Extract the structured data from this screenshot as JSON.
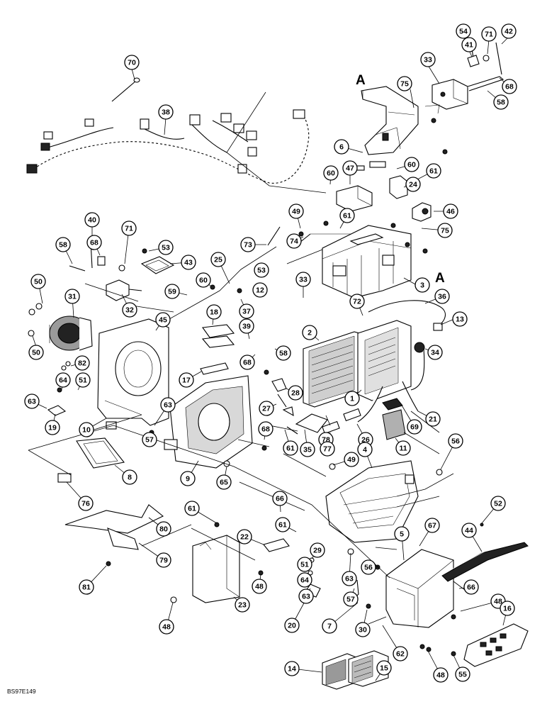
{
  "diagram": {
    "title": "",
    "image_code": "BS97E149",
    "section_refs": [
      "A",
      "A"
    ],
    "callouts": [
      {
        "id": "c70",
        "label": "70"
      },
      {
        "id": "c38",
        "label": "38"
      },
      {
        "id": "c54",
        "label": "54"
      },
      {
        "id": "c71a",
        "label": "71"
      },
      {
        "id": "c42",
        "label": "42"
      },
      {
        "id": "c41",
        "label": "41"
      },
      {
        "id": "c33a",
        "label": "33"
      },
      {
        "id": "c68a",
        "label": "68"
      },
      {
        "id": "c58a",
        "label": "58"
      },
      {
        "id": "c75a",
        "label": "75"
      },
      {
        "id": "c6",
        "label": "6"
      },
      {
        "id": "c60a",
        "label": "60"
      },
      {
        "id": "c47",
        "label": "47"
      },
      {
        "id": "c60b",
        "label": "60"
      },
      {
        "id": "c61a",
        "label": "61"
      },
      {
        "id": "c24",
        "label": "24"
      },
      {
        "id": "c46",
        "label": "46"
      },
      {
        "id": "c49a",
        "label": "49"
      },
      {
        "id": "c61b",
        "label": "61"
      },
      {
        "id": "c75b",
        "label": "75"
      },
      {
        "id": "c74",
        "label": "74"
      },
      {
        "id": "c73",
        "label": "73"
      },
      {
        "id": "c3",
        "label": "3"
      },
      {
        "id": "c40",
        "label": "40"
      },
      {
        "id": "c58b",
        "label": "58"
      },
      {
        "id": "c68b",
        "label": "68"
      },
      {
        "id": "c71b",
        "label": "71"
      },
      {
        "id": "c53a",
        "label": "53"
      },
      {
        "id": "c43",
        "label": "43"
      },
      {
        "id": "c25",
        "label": "25"
      },
      {
        "id": "c53b",
        "label": "53"
      },
      {
        "id": "c33b",
        "label": "33"
      },
      {
        "id": "c60c",
        "label": "60"
      },
      {
        "id": "c50a",
        "label": "50"
      },
      {
        "id": "c59",
        "label": "59"
      },
      {
        "id": "c12",
        "label": "12"
      },
      {
        "id": "c72",
        "label": "72"
      },
      {
        "id": "c36",
        "label": "36"
      },
      {
        "id": "c31",
        "label": "31"
      },
      {
        "id": "c32",
        "label": "32"
      },
      {
        "id": "c18",
        "label": "18"
      },
      {
        "id": "c37",
        "label": "37"
      },
      {
        "id": "c13",
        "label": "13"
      },
      {
        "id": "c45",
        "label": "45"
      },
      {
        "id": "c39",
        "label": "39"
      },
      {
        "id": "c2",
        "label": "2"
      },
      {
        "id": "c50b",
        "label": "50"
      },
      {
        "id": "c58c",
        "label": "58"
      },
      {
        "id": "c34",
        "label": "34"
      },
      {
        "id": "c82",
        "label": "82"
      },
      {
        "id": "c68c",
        "label": "68"
      },
      {
        "id": "c17",
        "label": "17"
      },
      {
        "id": "c64a",
        "label": "64"
      },
      {
        "id": "c51a",
        "label": "51"
      },
      {
        "id": "c28",
        "label": "28"
      },
      {
        "id": "c1",
        "label": "1"
      },
      {
        "id": "c63a",
        "label": "63"
      },
      {
        "id": "c27",
        "label": "27"
      },
      {
        "id": "c21",
        "label": "21"
      },
      {
        "id": "c63b",
        "label": "63"
      },
      {
        "id": "c19",
        "label": "19"
      },
      {
        "id": "c10",
        "label": "10"
      },
      {
        "id": "c69",
        "label": "69"
      },
      {
        "id": "c57a",
        "label": "57"
      },
      {
        "id": "c78",
        "label": "78"
      },
      {
        "id": "c68d",
        "label": "68"
      },
      {
        "id": "c26",
        "label": "26"
      },
      {
        "id": "c77",
        "label": "77"
      },
      {
        "id": "c11",
        "label": "11"
      },
      {
        "id": "c35",
        "label": "35"
      },
      {
        "id": "c56a",
        "label": "56"
      },
      {
        "id": "c61c",
        "label": "61"
      },
      {
        "id": "c4",
        "label": "4"
      },
      {
        "id": "c8",
        "label": "8"
      },
      {
        "id": "c9",
        "label": "9"
      },
      {
        "id": "c65",
        "label": "65"
      },
      {
        "id": "c49b",
        "label": "49"
      },
      {
        "id": "c76",
        "label": "76"
      },
      {
        "id": "c66a",
        "label": "66"
      },
      {
        "id": "c52",
        "label": "52"
      },
      {
        "id": "c61d",
        "label": "61"
      },
      {
        "id": "c80",
        "label": "80"
      },
      {
        "id": "c22",
        "label": "22"
      },
      {
        "id": "c61e",
        "label": "61"
      },
      {
        "id": "c67",
        "label": "67"
      },
      {
        "id": "c44",
        "label": "44"
      },
      {
        "id": "c5",
        "label": "5"
      },
      {
        "id": "c29",
        "label": "29"
      },
      {
        "id": "c79",
        "label": "79"
      },
      {
        "id": "c51b",
        "label": "51"
      },
      {
        "id": "c56b",
        "label": "56"
      },
      {
        "id": "c64b",
        "label": "64"
      },
      {
        "id": "c63c",
        "label": "63"
      },
      {
        "id": "c48a",
        "label": "48"
      },
      {
        "id": "c81",
        "label": "81"
      },
      {
        "id": "c63d",
        "label": "63"
      },
      {
        "id": "c23",
        "label": "23"
      },
      {
        "id": "c57b",
        "label": "57"
      },
      {
        "id": "c66b",
        "label": "66"
      },
      {
        "id": "c48b",
        "label": "48"
      },
      {
        "id": "c20",
        "label": "20"
      },
      {
        "id": "c7",
        "label": "7"
      },
      {
        "id": "c30",
        "label": "30"
      },
      {
        "id": "c16",
        "label": "16"
      },
      {
        "id": "c48c",
        "label": "48"
      },
      {
        "id": "c62",
        "label": "62"
      },
      {
        "id": "c14",
        "label": "14"
      },
      {
        "id": "c15",
        "label": "15"
      },
      {
        "id": "c48d",
        "label": "48"
      },
      {
        "id": "c55",
        "label": "55"
      }
    ]
  }
}
